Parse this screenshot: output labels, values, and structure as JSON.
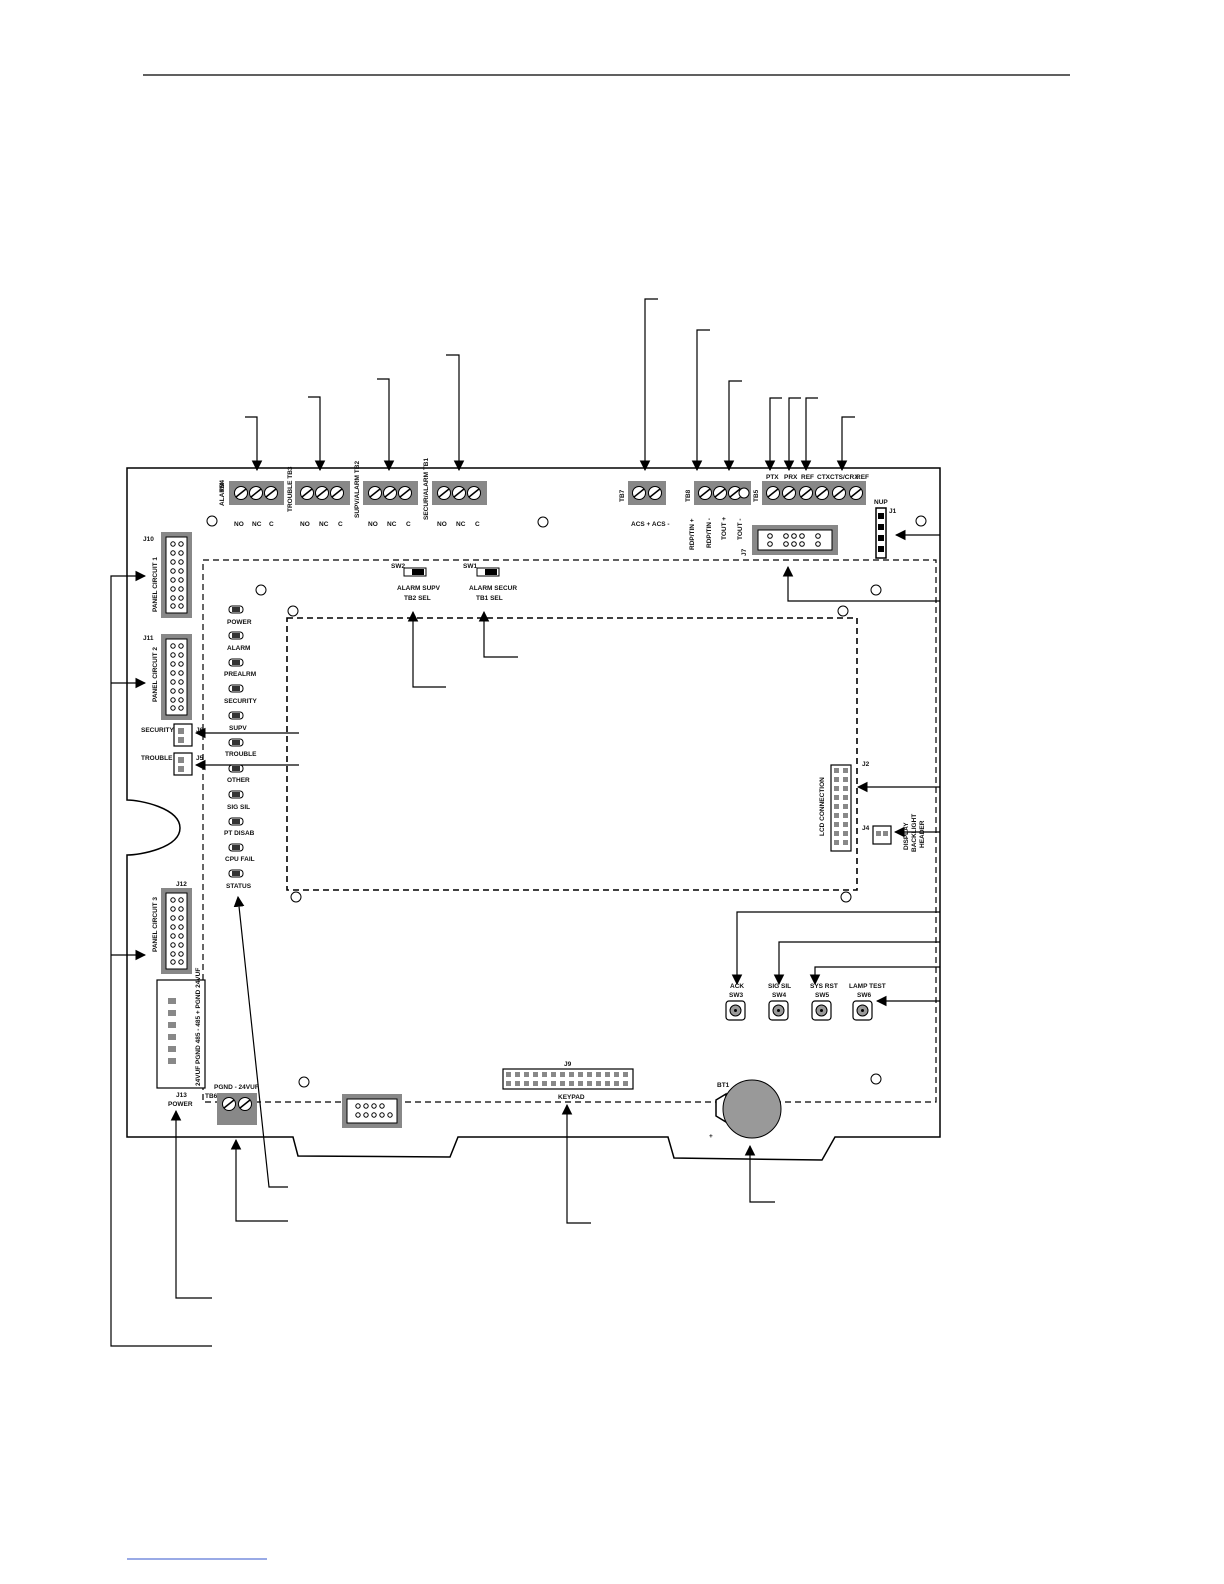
{
  "terminals": {
    "tb4": "TB4",
    "tb4_side": "ALARM",
    "tb3_side": "TROUBLE TB3",
    "tb2_side": "SUPV/ALARM TB2",
    "tb1_side": "SECUR/ALARM TB1",
    "no": "NO",
    "nc": "NC",
    "c": "C",
    "tb7": "TB7",
    "tb7_bottom": "ACS + ACS -",
    "tb8": "TB8",
    "tb8_r1": "RDP/TIN +",
    "tb8_r2": "RDP/TIN -",
    "tb8_r3": "TOUT +",
    "tb8_r4": "TOUT -",
    "tb5": "TB5",
    "ptx": "PTX",
    "prx": "PRX",
    "ref": "REF",
    "ctx": "CTX",
    "cts": "CTS/CRX",
    "ref2": "REF",
    "nup": "NUP",
    "j1": "J1",
    "j7": "J7"
  },
  "connectors": {
    "j10": "J10",
    "pc1": "PANEL CIRCUIT 1",
    "j11": "J11",
    "pc2": "PANEL CIRCUIT 2",
    "j12": "J12",
    "pc3": "PANEL CIRCUIT 3",
    "security": "SECURITY",
    "j6": "J6",
    "trouble": "TROUBLE",
    "j5": "J5",
    "j13_pins": "24VUF PGND 485 - 485 + PGND 24VUF",
    "j13": "J13",
    "power": "POWER",
    "tb6": "TB6",
    "tb6_label": "PGND - 24VUF",
    "j9": "J9",
    "keypad": "KEYPAD",
    "j2": "J2",
    "lcd": "LCD CONNECTION",
    "j4": "J4",
    "display_l1": "DISPLAY",
    "display_l2": "BACKLIGHT",
    "display_l3": "HEADER",
    "bt1": "BT1",
    "plus": "+"
  },
  "switches": {
    "sw2": "SW2",
    "sw2_l1": "ALARM SUPV",
    "sw2_l2": "TB2 SEL",
    "sw1": "SW1",
    "sw1_l1": "ALARM SECUR",
    "sw1_l2": "TB1 SEL",
    "sw3_top": "ACK",
    "sw3": "SW3",
    "sw4_top": "SIG SIL",
    "sw4": "SW4",
    "sw5_top": "SYS RST",
    "sw5": "SW5",
    "sw6_top": "LAMP TEST",
    "sw6": "SW6"
  },
  "leds": [
    "POWER",
    "ALARM",
    "PREALRM",
    "SECURITY",
    "SUPV",
    "TROUBLE",
    "OTHER",
    "SIG SIL",
    "PT DISAB",
    "CPU FAIL",
    "STATUS"
  ]
}
